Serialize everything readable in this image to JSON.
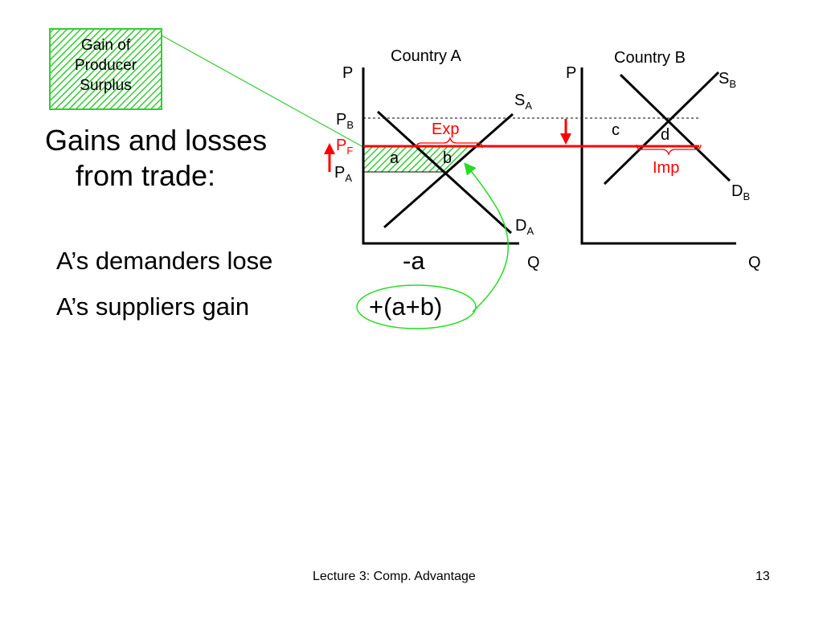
{
  "slide": {
    "title_line1": "Gains and losses",
    "title_line2": "from trade:",
    "rows": [
      {
        "label": "A’s demanders lose",
        "value": "-a"
      },
      {
        "label": "A’s suppliers gain",
        "value": "+(a+b)"
      }
    ],
    "callout": "Gain of Producer Surplus",
    "callout_lines": [
      "Gain of",
      "Producer",
      "Surplus"
    ],
    "footer": "Lecture 3:  Comp. Advantage",
    "page_number": "13"
  },
  "diagram": {
    "country_a": {
      "title": "Country A",
      "axis_price": "P",
      "axis_quantity": "Q",
      "supply": {
        "main": "S",
        "sub": "A"
      },
      "demand": {
        "main": "D",
        "sub": "A"
      },
      "price_pb": {
        "main": "P",
        "sub": "B"
      },
      "price_pf": {
        "main": "P",
        "sub": "F"
      },
      "price_pa": {
        "main": "P",
        "sub": "A"
      },
      "exports": "Exp",
      "area_a": "a",
      "area_b": "b"
    },
    "country_b": {
      "title": "Country B",
      "axis_price": "P",
      "axis_quantity": "Q",
      "supply": {
        "main": "S",
        "sub": "B"
      },
      "demand": {
        "main": "D",
        "sub": "B"
      },
      "imports": "Imp",
      "area_c": "c",
      "area_d": "d"
    },
    "colors": {
      "world_price_line": "#ff0000",
      "producer_surplus_hatch": "#33cc33",
      "annotation_green": "#22dd22",
      "axes": "#000000"
    }
  }
}
